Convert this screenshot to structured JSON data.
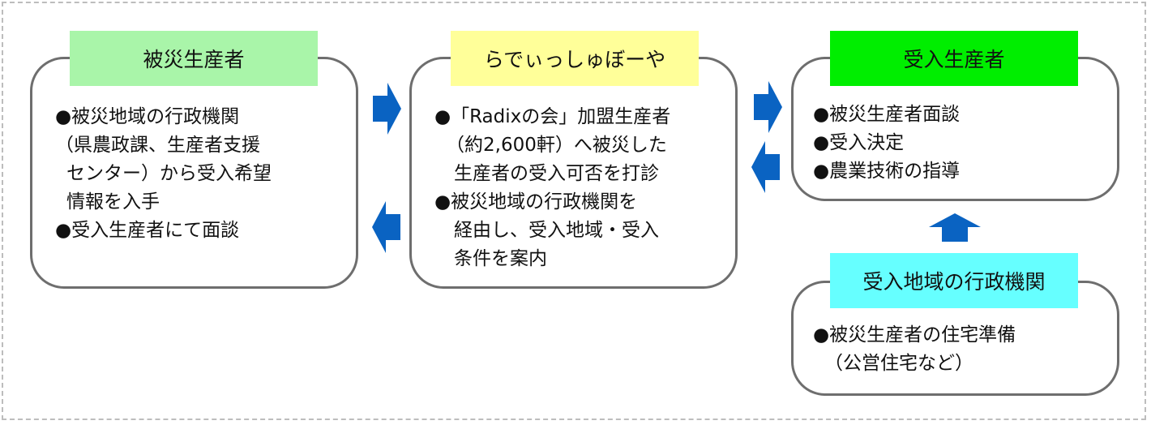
{
  "colors": {
    "victim_header": "#a9f5a9",
    "radish_header": "#ffff99",
    "receiver_header": "#00ee00",
    "admin_header": "#66ffff",
    "arrow": "#0a63c2",
    "border": "#6e6e6e"
  },
  "nodes": {
    "victim": {
      "title": "被災生産者",
      "lines": [
        "●被災地域の行政機関",
        "（県農政課、生産者支援",
        "センター）から受入希望",
        "情報を入手",
        "●受入生産者にて面談"
      ]
    },
    "radish": {
      "title": "らでぃっしゅぼーや",
      "lines": [
        "●「Radixの会」加盟生産者",
        "（約2,600軒）へ被災した",
        "生産者の受入可否を打診",
        "●被災地域の行政機関を",
        "経由し、受入地域・受入",
        "条件を案内"
      ]
    },
    "receiver": {
      "title": "受入生産者",
      "lines": [
        "●被災生産者面談",
        "●受入決定",
        "●農業技術の指導"
      ]
    },
    "admin": {
      "title": "受入地域の行政機関",
      "lines": [
        "●被災生産者の住宅準備",
        "（公営住宅など）"
      ]
    }
  },
  "arrows": [
    {
      "name": "arrow-victim-to-radish",
      "direction": "right"
    },
    {
      "name": "arrow-radish-to-victim",
      "direction": "left"
    },
    {
      "name": "arrow-radish-to-receiver",
      "direction": "right"
    },
    {
      "name": "arrow-receiver-to-radish",
      "direction": "left"
    },
    {
      "name": "arrow-admin-to-receiver",
      "direction": "up"
    }
  ]
}
